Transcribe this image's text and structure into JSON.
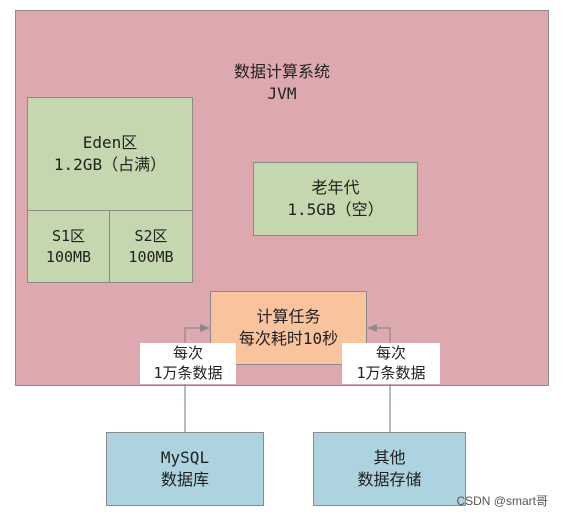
{
  "system": {
    "title": "数据计算系统",
    "subtitle": "JVM"
  },
  "eden": {
    "name": "Eden区",
    "detail": "1.2GB（占满）"
  },
  "s1": {
    "name": "S1区",
    "size": "100MB"
  },
  "s2": {
    "name": "S2区",
    "size": "100MB"
  },
  "old_gen": {
    "name": "老年代",
    "detail": "1.5GB（空）"
  },
  "task": {
    "name": "计算任务",
    "detail": "每次耗时10秒"
  },
  "flows": {
    "left": {
      "line1": "每次",
      "line2": "1万条数据"
    },
    "right": {
      "line1": "每次",
      "line2": "1万条数据"
    }
  },
  "sources": {
    "mysql": {
      "name": "MySQL",
      "detail": "数据库"
    },
    "other": {
      "name": "其他",
      "detail": "数据存储"
    }
  },
  "watermark": "CSDN @smart哥",
  "colors": {
    "jvm": "#dea9ae",
    "memory_region": "#c5d7ae",
    "task": "#f9c39e",
    "source": "#acd3df",
    "arrow": "#8a8a8a"
  }
}
